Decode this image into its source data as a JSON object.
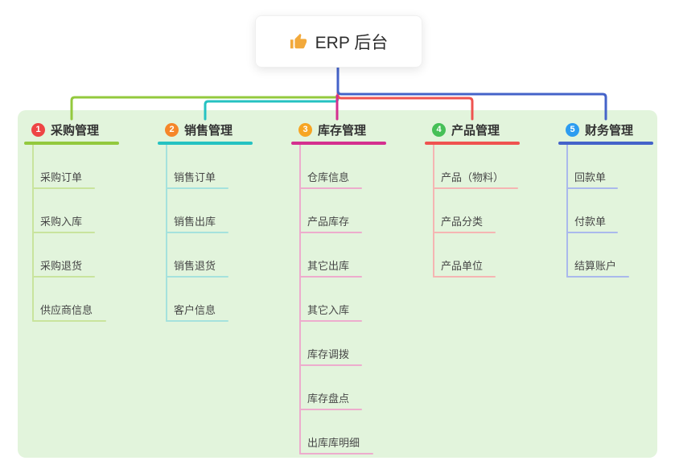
{
  "root": {
    "label": "ERP 后台",
    "icon": "thumbs-up-icon",
    "icon_color": "#f2a93b"
  },
  "canvas": {
    "background": "#ffffff",
    "panel_color": "#e2f4dc"
  },
  "branches": [
    {
      "number": "1",
      "title": "采购管理",
      "badge_color": "#ee4545",
      "line_color": "#93c93d",
      "child_line_color": "#c9e49d",
      "children": [
        "采购订单",
        "采购入库",
        "采购退货",
        "供应商信息"
      ]
    },
    {
      "number": "2",
      "title": "销售管理",
      "badge_color": "#f5862a",
      "line_color": "#25c2c2",
      "child_line_color": "#a5e2dd",
      "children": [
        "销售订单",
        "销售出库",
        "销售退货",
        "客户信息"
      ]
    },
    {
      "number": "3",
      "title": "库存管理",
      "badge_color": "#f7a523",
      "line_color": "#d4308f",
      "child_line_color": "#edaccd",
      "children": [
        "仓库信息",
        "产品库存",
        "其它出库",
        "其它入库",
        "库存调拨",
        "库存盘点",
        "出库库明细"
      ]
    },
    {
      "number": "4",
      "title": "产品管理",
      "badge_color": "#46c057",
      "line_color": "#ef5350",
      "child_line_color": "#f5b5b3",
      "children": [
        "产品（物料）",
        "产品分类",
        "产品单位"
      ]
    },
    {
      "number": "5",
      "title": "财务管理",
      "badge_color": "#2d9cf0",
      "line_color": "#4463c9",
      "child_line_color": "#aab9ec",
      "children": [
        "回款单",
        "付款单",
        "结算账户"
      ]
    }
  ]
}
